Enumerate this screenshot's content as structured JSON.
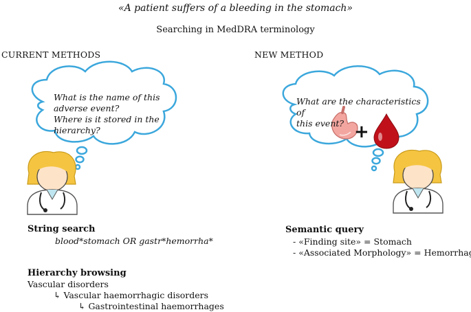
{
  "title": "«A patient suffers of a bleeding in the stomach»",
  "subtitle": "Searching in MedDRA terminology",
  "left": {
    "heading": "CURRENT METHODS",
    "bubble_lines": [
      "What is the name of this",
      "adverse event?",
      "Where is it stored in the",
      "hierarchy?"
    ],
    "string_search": {
      "heading": "String search",
      "query": "blood*stomach OR gastr*hemorrha*"
    },
    "hierarchy": {
      "heading": "Hierarchy browsing",
      "level1": "Vascular disorders",
      "level2": "↳ Vascular haemorrhagic disorders",
      "level3": "↳ Gastrointestinal haemorrhages"
    }
  },
  "right": {
    "heading": "NEW METHOD",
    "bubble_lines": [
      "What are the characteristics of",
      "this event?"
    ],
    "plus": "+",
    "semantic": {
      "heading": "Semantic query",
      "item1": "- «Finding site» = Stomach",
      "item2": "- «Associated Morphology» = Hemorrhage"
    }
  },
  "colors": {
    "cloud_stroke": "#3ba7dc",
    "hair": "#f5c542",
    "skin": "#fde3c8",
    "coat": "#ffffff",
    "blood": "#c0111a",
    "stomach": "#f3a6a0"
  }
}
